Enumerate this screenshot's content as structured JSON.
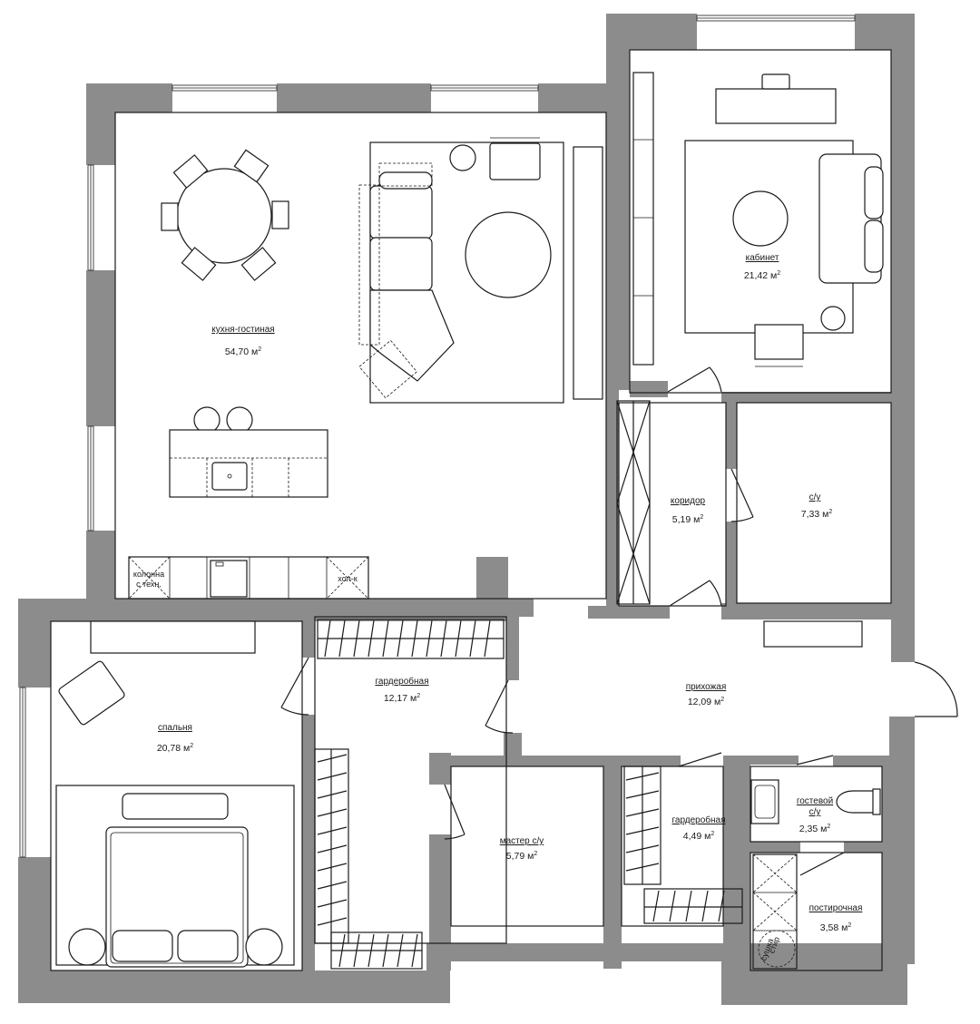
{
  "rooms": {
    "kitchen": {
      "name": "кухня-гостиная",
      "area": "54,70 м",
      "unit_sup": "2"
    },
    "office": {
      "name": "кабинет",
      "area": "21,42 м",
      "unit_sup": "2"
    },
    "corridor": {
      "name": "коридор",
      "area": "5,19 м",
      "unit_sup": "2"
    },
    "bathroom": {
      "name": "с/у",
      "area": "7,33 м",
      "unit_sup": "2"
    },
    "hallway": {
      "name": "прихожая",
      "area": "12,09 м",
      "unit_sup": "2"
    },
    "wardrobe_main": {
      "name": "гардеробная",
      "area": "12,17 м",
      "unit_sup": "2"
    },
    "bedroom": {
      "name": "спальня",
      "area": "20,78 м",
      "unit_sup": "2"
    },
    "master_bath": {
      "name": "мастер с/у",
      "area": "5,79 м",
      "unit_sup": "2"
    },
    "wardrobe_small": {
      "name": "гардеробная",
      "area": "4,49 м",
      "unit_sup": "2"
    },
    "guest_bath": {
      "name_line1": "гостевой",
      "name_line2": "с/у",
      "area": "2,35 м",
      "unit_sup": "2"
    },
    "laundry": {
      "name": "постирочная",
      "area": "3,58 м",
      "unit_sup": "2"
    }
  },
  "appliances": {
    "boiler_line1": "колонна",
    "boiler_line2": "с техн.",
    "fridge": "хол-к",
    "washer": "стир",
    "dryer": "сушка"
  },
  "colors": {
    "wall": "#8c8c8c",
    "line": "#1a1a1a",
    "background": "#ffffff"
  }
}
